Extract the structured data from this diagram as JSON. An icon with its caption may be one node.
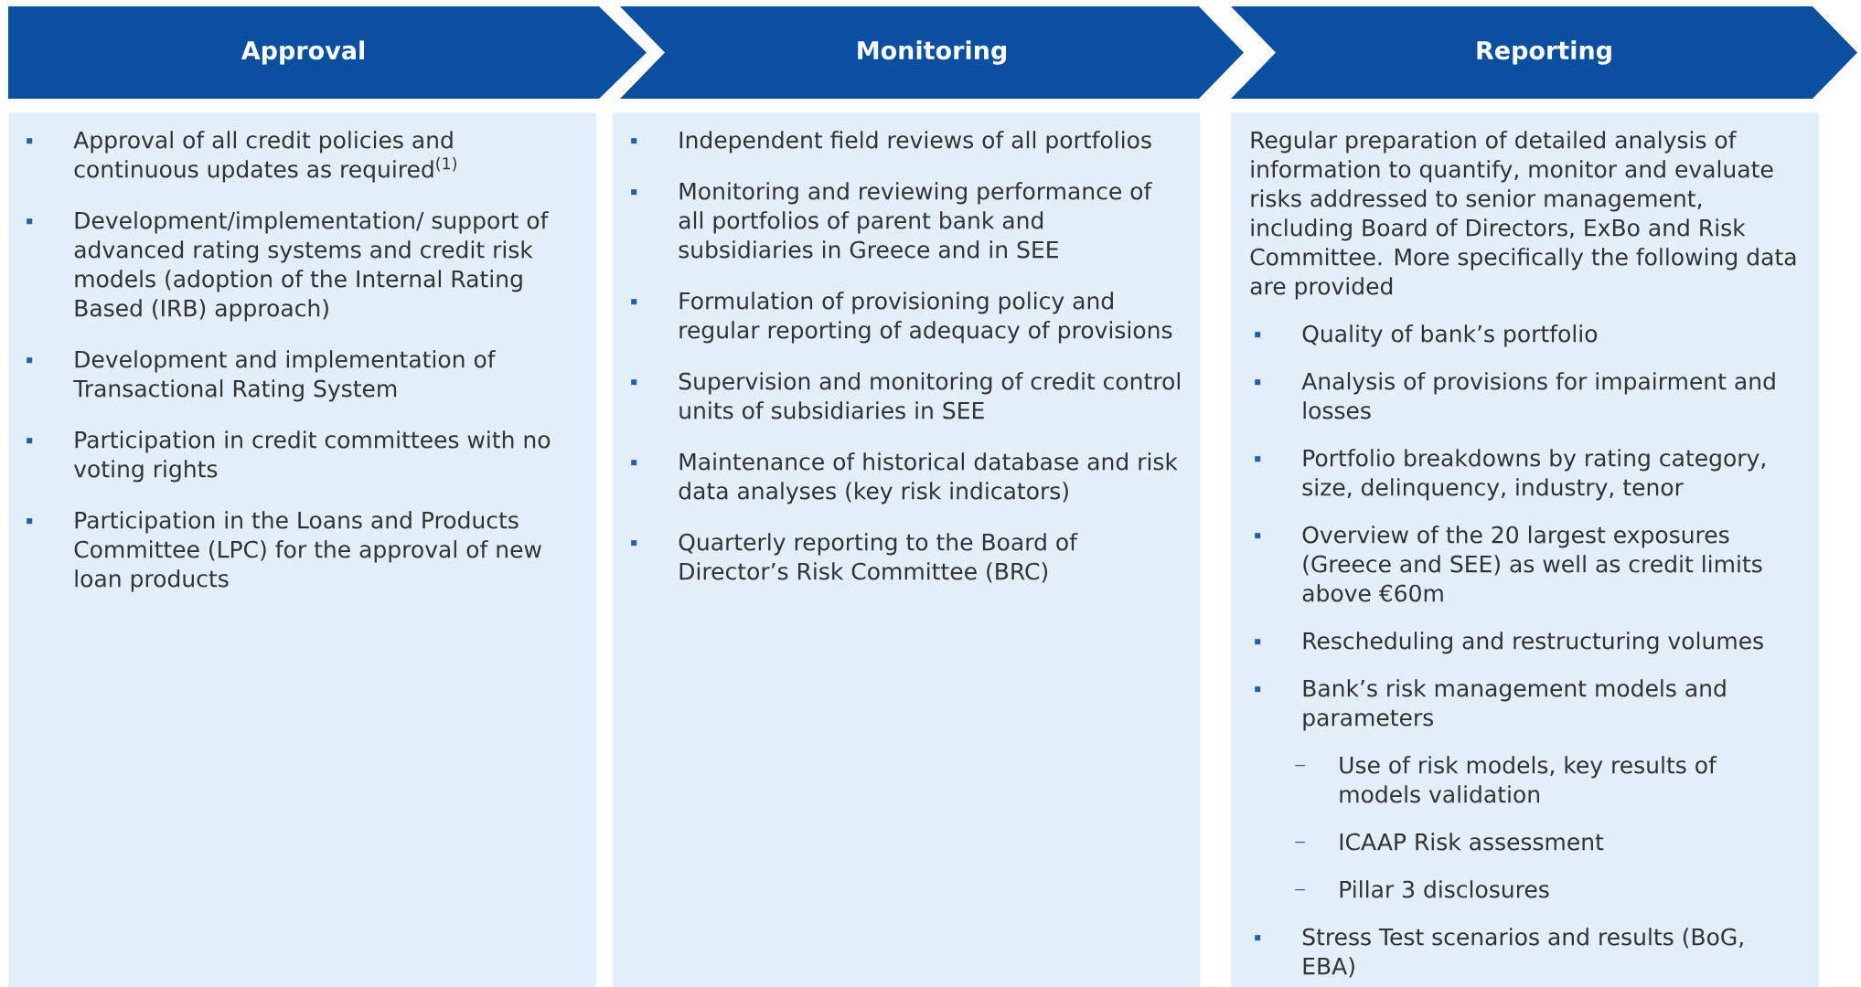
{
  "diagram": {
    "nodes": [
      {
        "text": [
          "Approval"
        ]
      },
      {
        "text": [
          "Approval of all credit policies and continuous updates as required$^{(1)}$",
          "Development/implementation/ support of advanced rating systems and credit risk models (adoption of the Internal Rating Based (IRB) approach)",
          "Development and implementation of Transactional Rating System",
          "Participation in credit committees with no voting rights",
          "Participation in the Loans and Products Committee (LPC) for the approval of new loan products"
        ]
      },
      {
        "text": [
          "Monitoring"
        ]
      },
      {
        "text": [
          "Independent field reviews of all portfolios",
          "Monitoring and reviewing performance of all portfolios of parent bank and subsidiaries in Greece and in SEE",
          "Formulation of provisioning policy and regular reporting of adequacy of provisions",
          "Supervision and monitoring of credit control units of subsidiaries in SEE",
          "Maintenance of historical database and risk data analyses (key risk indicators)",
          "Quarterly reporting to the Board of Director’s Risk Committee (BRC)"
        ]
      },
      {
        "text": [
          "Reporting"
        ]
      },
      {
        "text": [
          "Regular preparation of detailed analysis of information to quantify, monitor and evaluate risks addressed to senior management, including Board of Directors, ExBo and Risk Committee. More specifically the following data are provided",
          "Quality of bank’s portfolio",
          "Analysis of provisions for impairment and losses",
          "Portfolio breakdowns by rating category, size, delinquency, industry, tenor",
          "Overview of the 20 largest exposures (Greece and SEE) as well as credit limits above €60m",
          "Rescheduling and restructuring volumes",
          "Bank’s risk management models and parameters",
          "Use of risk models, key results of models validation",
          "ICAAP Risk assessment",
          "Pillar 3 disclosures",
          "Stress Test scenarios and results (BoG, EBA)"
        ]
      }
    ]
  }
}
